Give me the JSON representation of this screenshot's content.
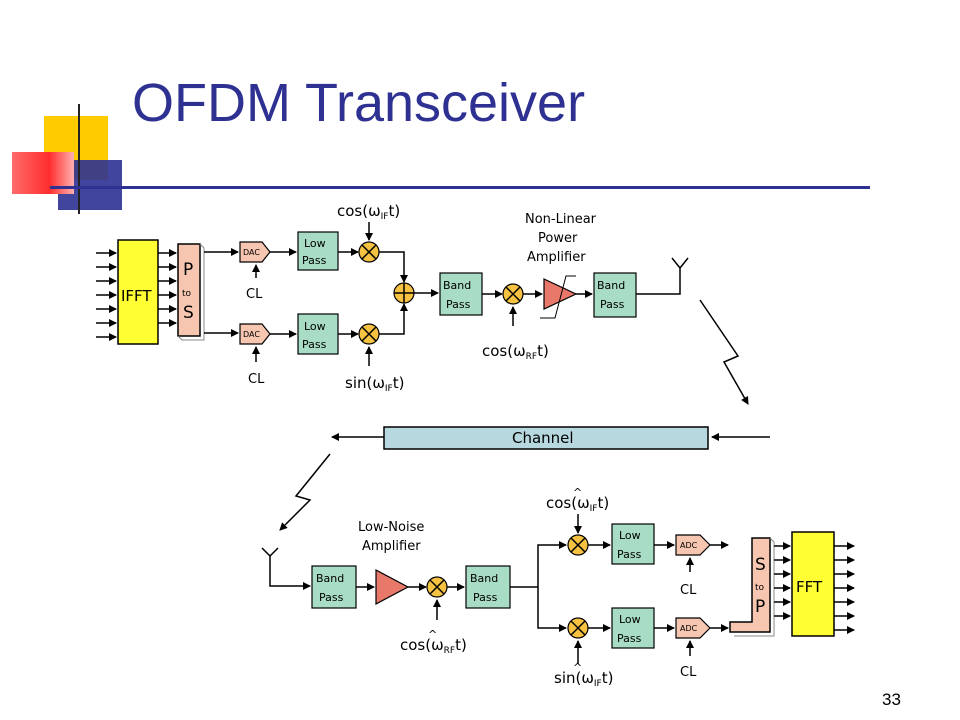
{
  "slide": {
    "title": "OFDM Transceiver",
    "page_number": "33"
  },
  "transmitter": {
    "ifft": "IFFT",
    "p_to_s": {
      "top": "P",
      "mid": "to",
      "bot": "S"
    },
    "dac": "DAC",
    "clock": "CL",
    "low_pass": {
      "l1": "Low",
      "l2": "Pass"
    },
    "band_pass": {
      "l1": "Band",
      "l2": "Pass"
    },
    "cos_if": {
      "pre": "cos(",
      "w": "ω",
      "sub": "IF",
      "post": "t)"
    },
    "sin_if": {
      "pre": "sin(",
      "w": "ω",
      "sub": "IF",
      "post": "t)"
    },
    "cos_rf": {
      "pre": "cos(",
      "w": "ω",
      "sub": "RF",
      "post": "t)"
    },
    "pa_label": [
      "Non-Linear",
      "Power",
      "Amplifier"
    ]
  },
  "channel": {
    "label": "Channel"
  },
  "receiver": {
    "lna_label": [
      "Low-Noise",
      "Amplifier"
    ],
    "band_pass": {
      "l1": "Band",
      "l2": "Pass"
    },
    "low_pass": {
      "l1": "Low",
      "l2": "Pass"
    },
    "adc": "ADC",
    "clock": "CL",
    "s_to_p": {
      "top": "S",
      "mid": "to",
      "bot": "P"
    },
    "fft": "FFT",
    "cos_rf": {
      "pre": "cos(",
      "w": "ω",
      "sub": "RF",
      "post": "t)",
      "hat": "^"
    },
    "cos_if": {
      "pre": "cos(",
      "w": "ω",
      "sub": "IF",
      "post": "t)",
      "hat": "^"
    },
    "sin_if": {
      "pre": "sin(",
      "w": "ω",
      "sub": "IF",
      "post": "t)",
      "hat": "^"
    }
  },
  "colors": {
    "title": "#2e3192",
    "ifft_fft_fill": "#ffff33",
    "converter_fill": "#f7c6b0",
    "filter_fill": "#a8dcc4",
    "mixer_fill": "#f5c242",
    "amplifier_fill": "#e8786a",
    "channel_fill": "#b8d8e0"
  }
}
